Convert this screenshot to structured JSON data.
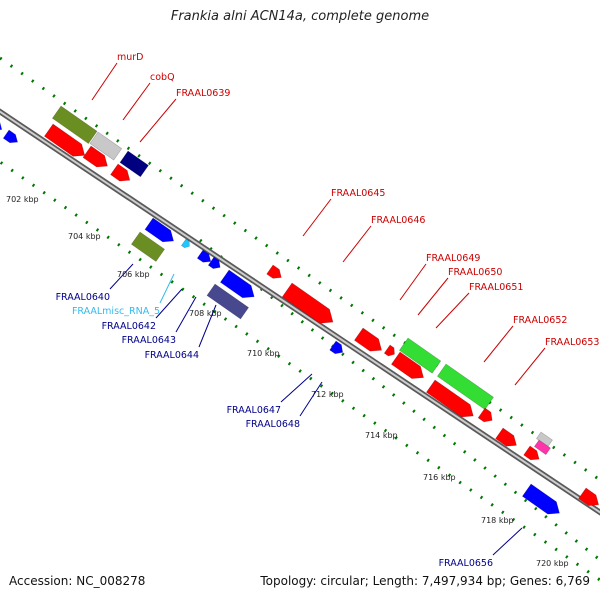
{
  "title": "Frankia alni ACN14a, complete genome",
  "footer": {
    "accession": "Accession: NC_008278",
    "summary": "Topology: circular; Length: 7,497,934 bp; Genes: 6,769"
  },
  "colors": {
    "red_feature": "#ff0000",
    "blue_feature": "#0000ff",
    "olive_feature": "#6b8e23",
    "green_feature": "#33dd33",
    "navy_feature": "#000080",
    "gray_feature": "#c8c8c8",
    "purple_feature": "#48488f",
    "cyan_feature": "#1ec8ff",
    "pink_feature": "#ff33aa",
    "red_label": "#cc0000",
    "blue_label": "#00008b",
    "cyan_label": "#33bbee",
    "scale_dots": "#007700",
    "backbone": "#888888"
  },
  "ticks": [
    "702 kbp",
    "704 kbp",
    "706 kbp",
    "708 kbp",
    "710 kbp",
    "712 kbp",
    "714 kbp",
    "716 kbp",
    "718 kbp",
    "720 kbp"
  ],
  "forward_labels": [
    "murD",
    "cobQ",
    "FRAAL0639",
    "FRAAL0645",
    "FRAAL0646",
    "FRAAL0649",
    "FRAAL0650",
    "FRAAL0651",
    "FRAAL0652",
    "FRAAL0653"
  ],
  "reverse_labels": [
    "FRAAL0640",
    "FRAALmisc_RNA_5",
    "FRAAL0642",
    "FRAAL0643",
    "FRAAL0644",
    "FRAAL0647",
    "FRAAL0648",
    "FRAAL0656"
  ]
}
